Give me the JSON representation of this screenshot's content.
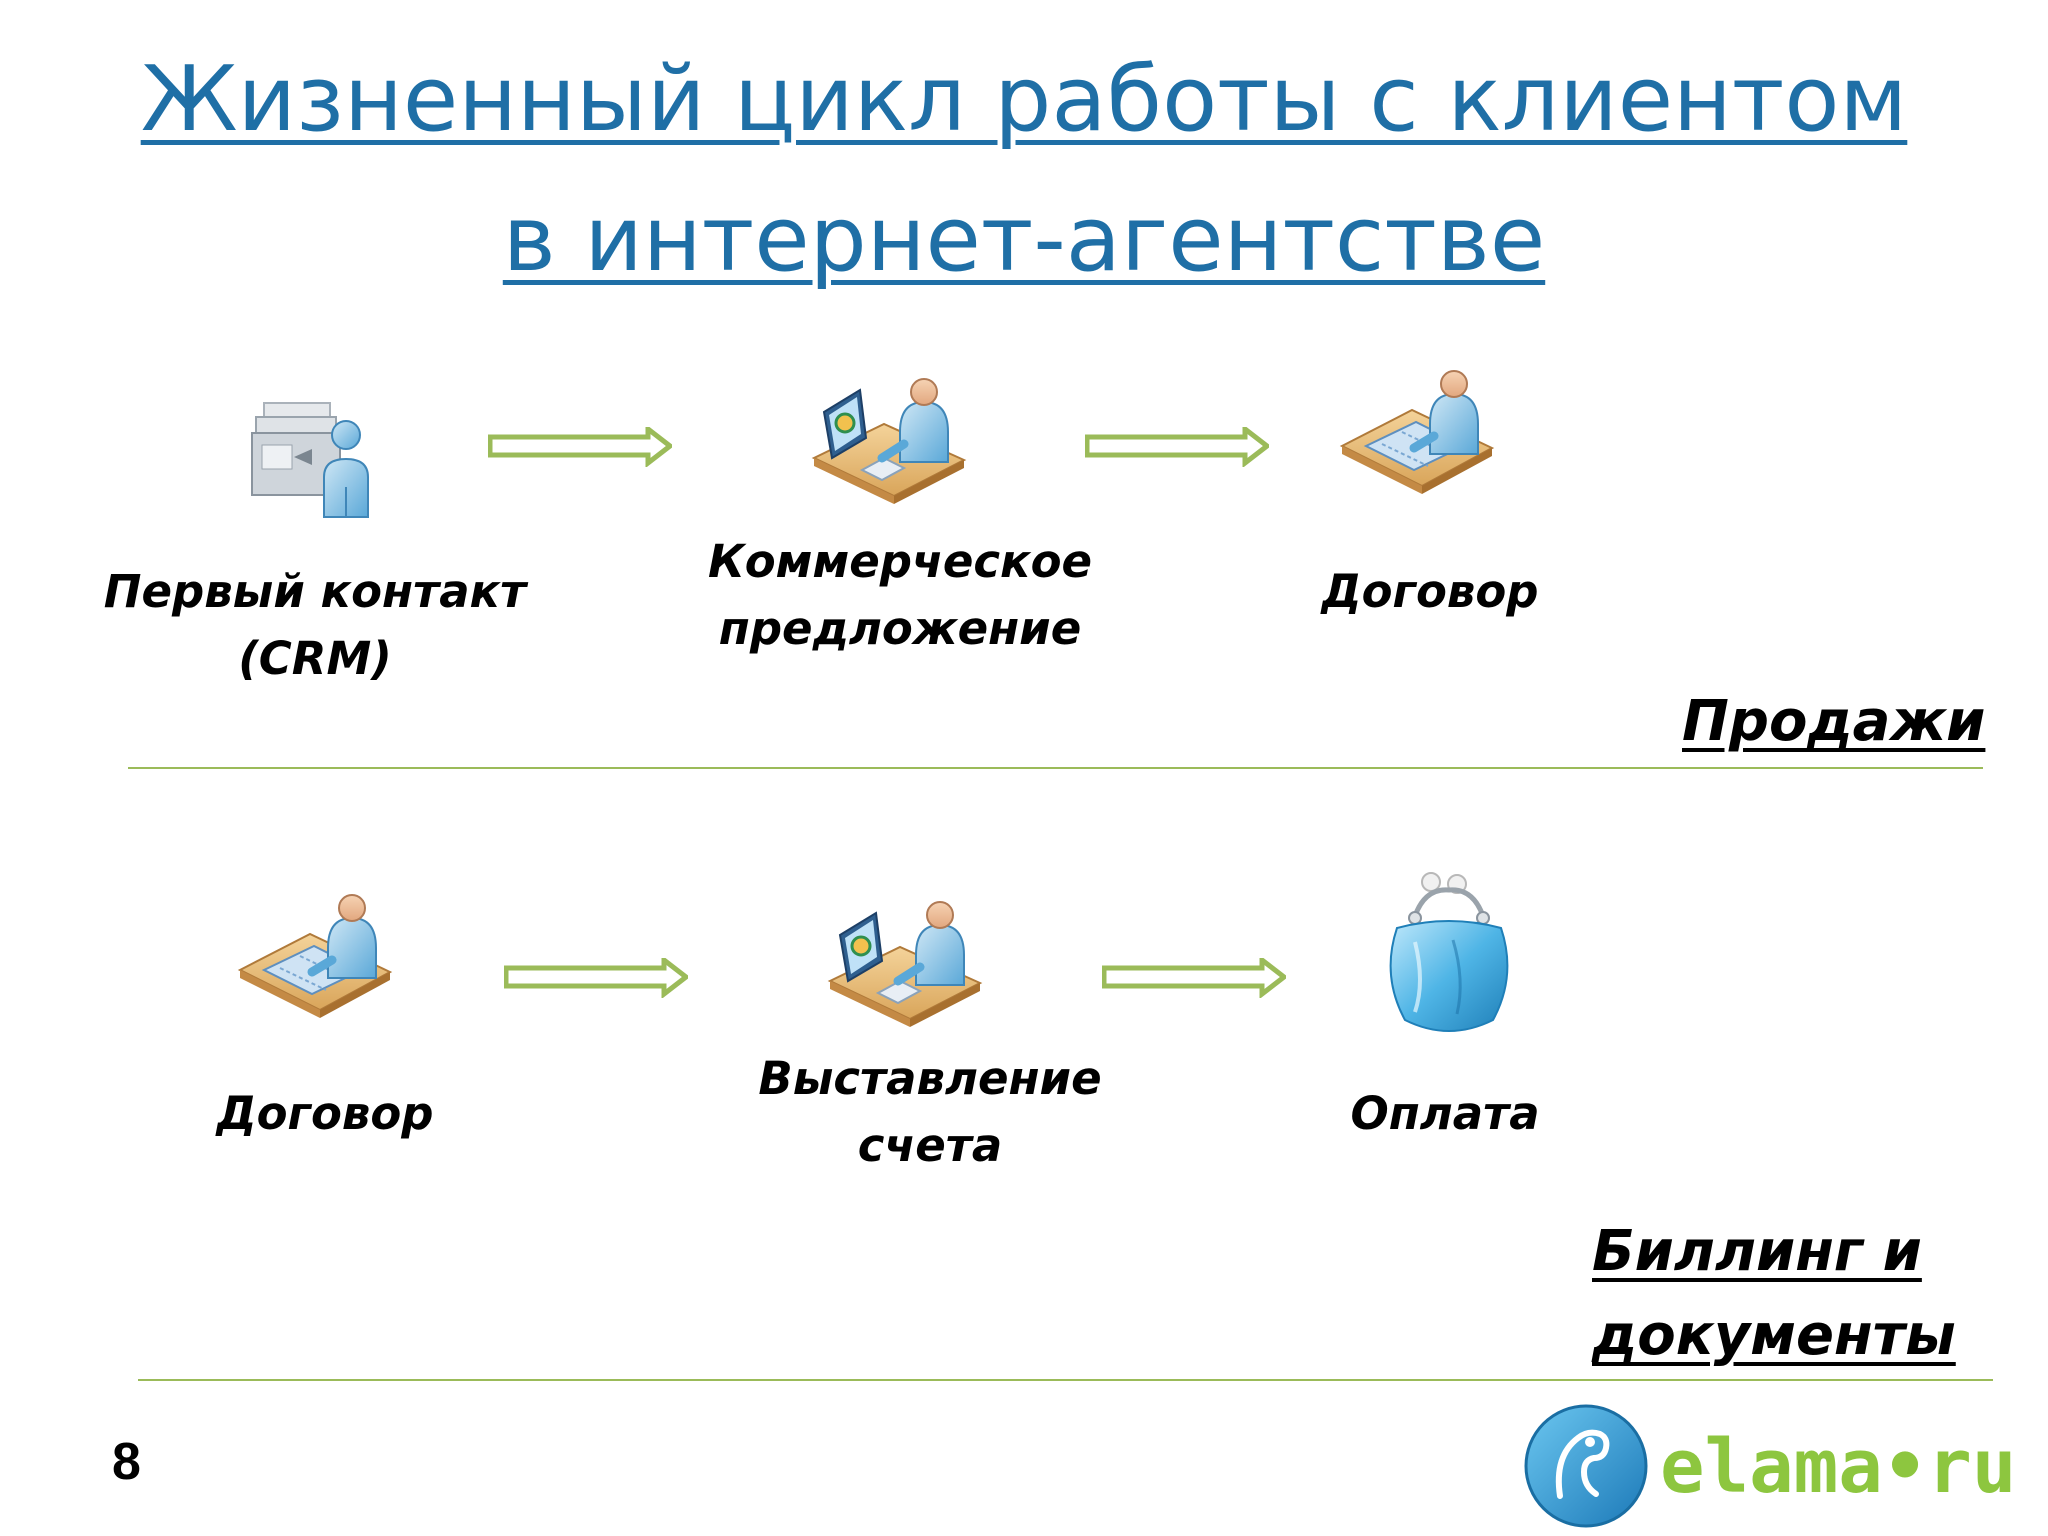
{
  "title": {
    "line1": "Жизненный цикл работы с клиентом",
    "line2": "в интернет-агентстве"
  },
  "sales": {
    "section_label": "Продажи",
    "steps": [
      {
        "label_line1": "Первый контакт",
        "label_line2": "(CRM)",
        "icon": "crm-user-icon"
      },
      {
        "label_line1": "Коммерческое",
        "label_line2": "предложение",
        "icon": "computer-workstation-icon"
      },
      {
        "label_line1": "Договор",
        "label_line2": "",
        "icon": "person-at-desk-icon"
      }
    ]
  },
  "billing": {
    "section_label_line1": "Биллинг и",
    "section_label_line2": "документы",
    "steps": [
      {
        "label_line1": "Договор",
        "label_line2": "",
        "icon": "person-at-desk-icon"
      },
      {
        "label_line1": "Выставление",
        "label_line2": "счета",
        "icon": "computer-workstation-icon"
      },
      {
        "label_line1": "Оплата",
        "label_line2": "",
        "icon": "purse-icon"
      }
    ]
  },
  "footer": {
    "page_number": "8",
    "logo_text": "elama•ru"
  },
  "colors": {
    "title": "#1f6fa6",
    "arrow": "#9bbb59",
    "divider": "#9bbb59",
    "logo": "#8dc63f"
  }
}
